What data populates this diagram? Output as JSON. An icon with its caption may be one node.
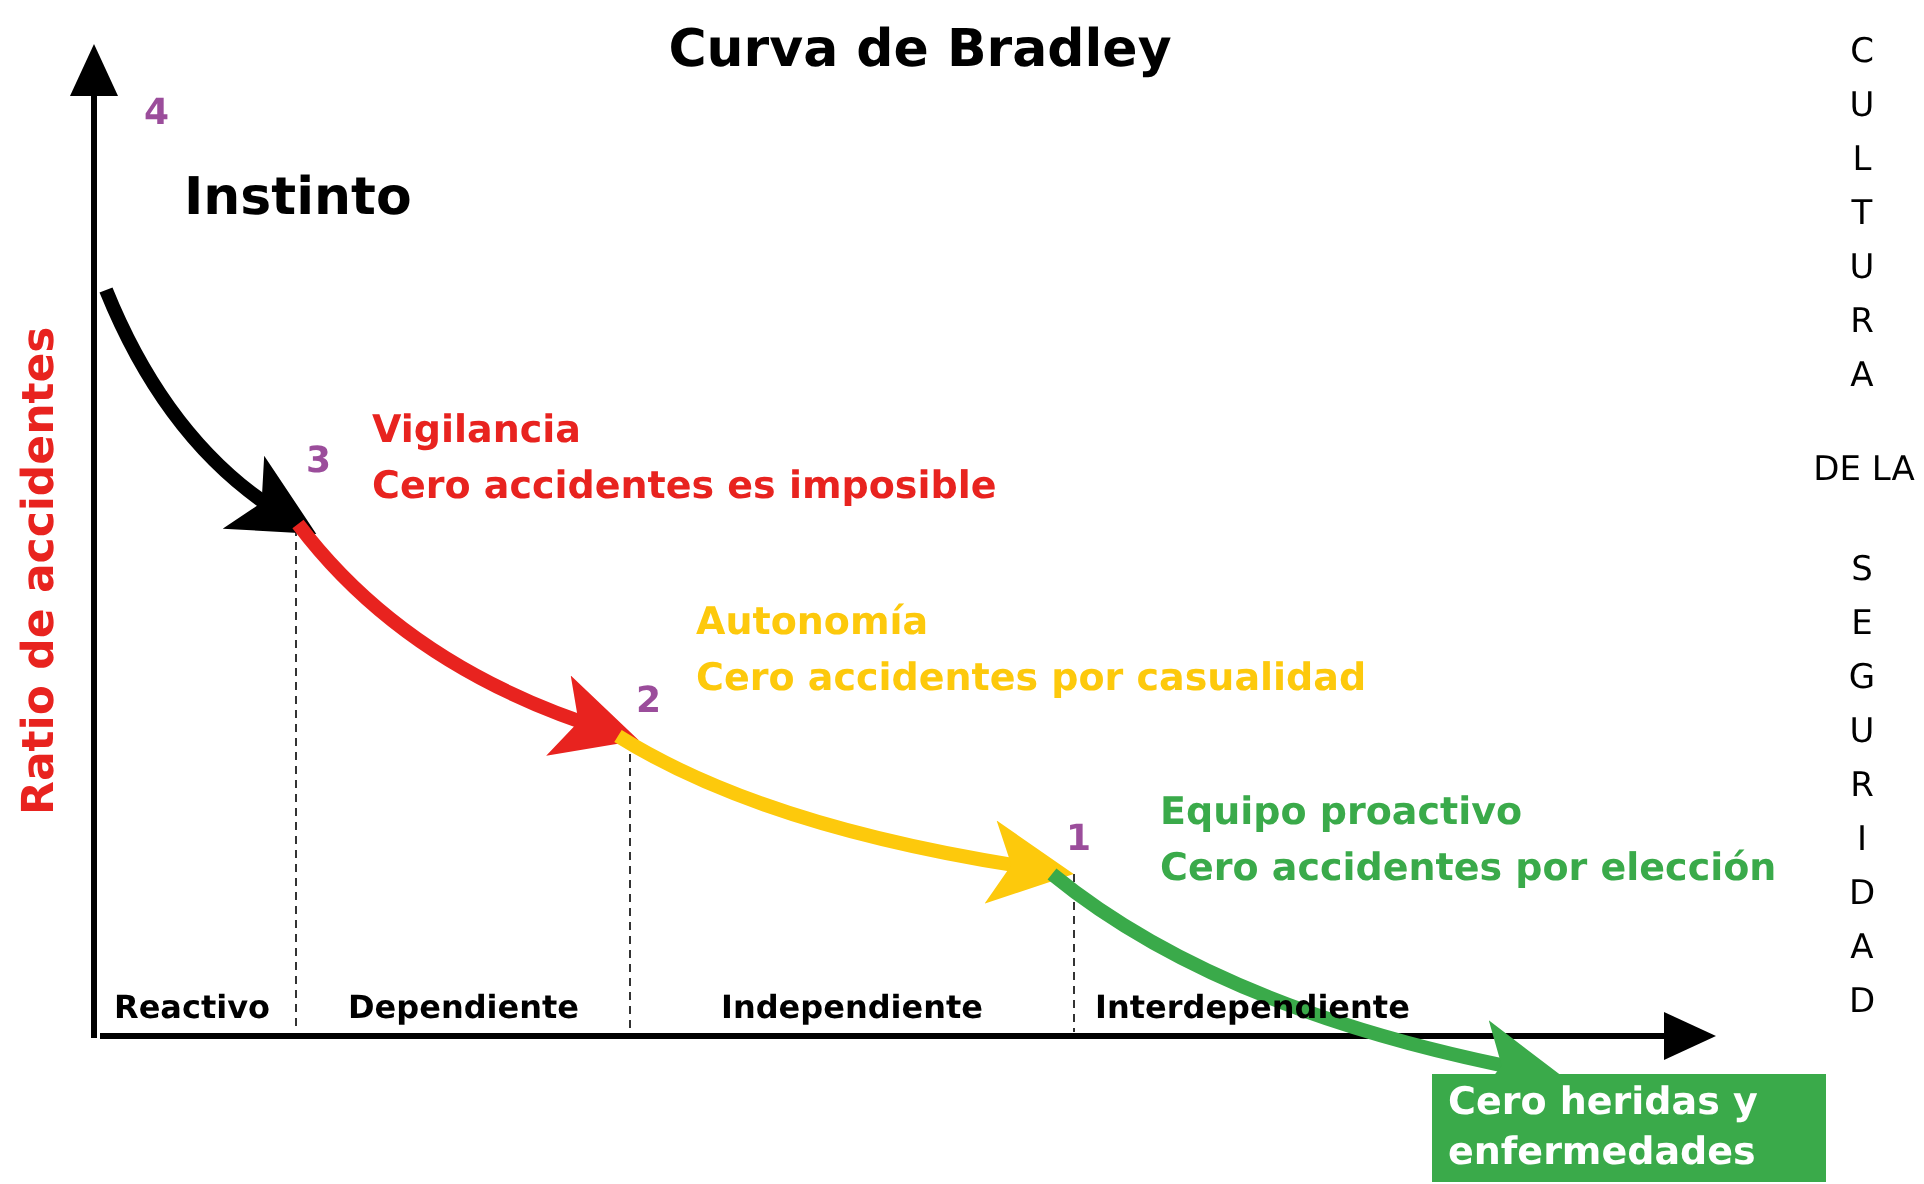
{
  "diagram": {
    "title": "Curva de Bradley",
    "nodes": [
      {
        "text": [
          "Instinto"
        ],
        "beside": [
          "4"
        ]
      },
      {
        "text": [
          "Vigilancia",
          "Cero accidentes es imposible"
        ],
        "beside": [
          "3"
        ]
      },
      {
        "text": [
          "Autonomía",
          "Cero accidentes por casualidad"
        ],
        "beside": [
          "2"
        ]
      },
      {
        "text": [
          "Equipo proactivo",
          "Cero accidentes por elección"
        ],
        "beside": [
          "1"
        ]
      },
      {
        "text": [
          "Cero heridas y enfermedades"
        ]
      }
    ],
    "edges": [
      {
        "from": 0,
        "to": 1,
        "arrow": "to",
        "color": "#000000"
      },
      {
        "from": 1,
        "to": 2,
        "arrow": "to",
        "color": "#e8231f"
      },
      {
        "from": 2,
        "to": 3,
        "arrow": "to",
        "color": "#fdc90c"
      },
      {
        "from": 3,
        "to": 4,
        "arrow": "to",
        "color": "#3aaa4a"
      }
    ],
    "labels": [
      "Ratio de accidentes",
      "CULTURA",
      "DE LA",
      "SEGURIDAD",
      "Reactivo",
      "Dependiente",
      "Independiente",
      "Interdependiente"
    ]
  }
}
